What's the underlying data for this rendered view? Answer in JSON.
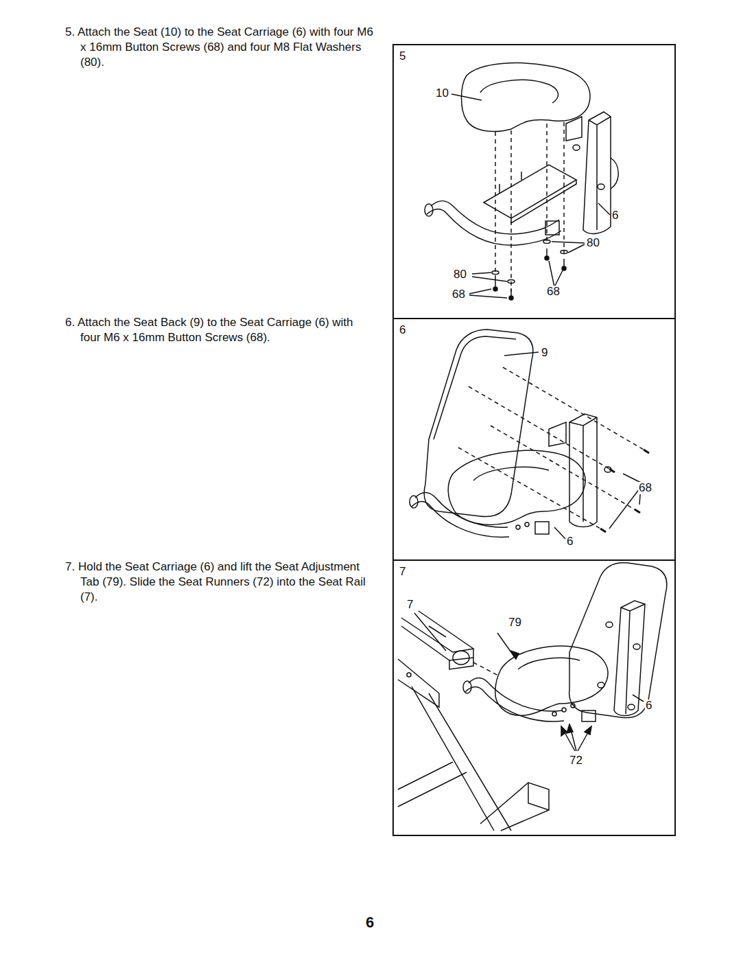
{
  "diagram": {
    "nodes": [
      {
        "text": [
          "5"
        ]
      },
      {
        "text": [
          "6"
        ]
      },
      {
        "text": [
          "7"
        ]
      }
    ],
    "labels": [
      "5. Attach the Seat (10) to the Seat Carriage (6) with four M6 x 16mm Button Screws (68) and four M8 Flat Washers (80).",
      "6. Attach the Seat Back (9) to the Seat Carriage (6) with four M6 x 16mm Button Screws (68).",
      "7. Hold the Seat Carriage (6) and lift the Seat Adjustment Tab (79). Slide the Seat Runners (72) into the Seat Rail (7).",
      "10",
      "6",
      "80",
      "80",
      "68",
      "68",
      "9",
      "68",
      "6",
      "7",
      "79",
      "6",
      "72",
      "6"
    ]
  }
}
